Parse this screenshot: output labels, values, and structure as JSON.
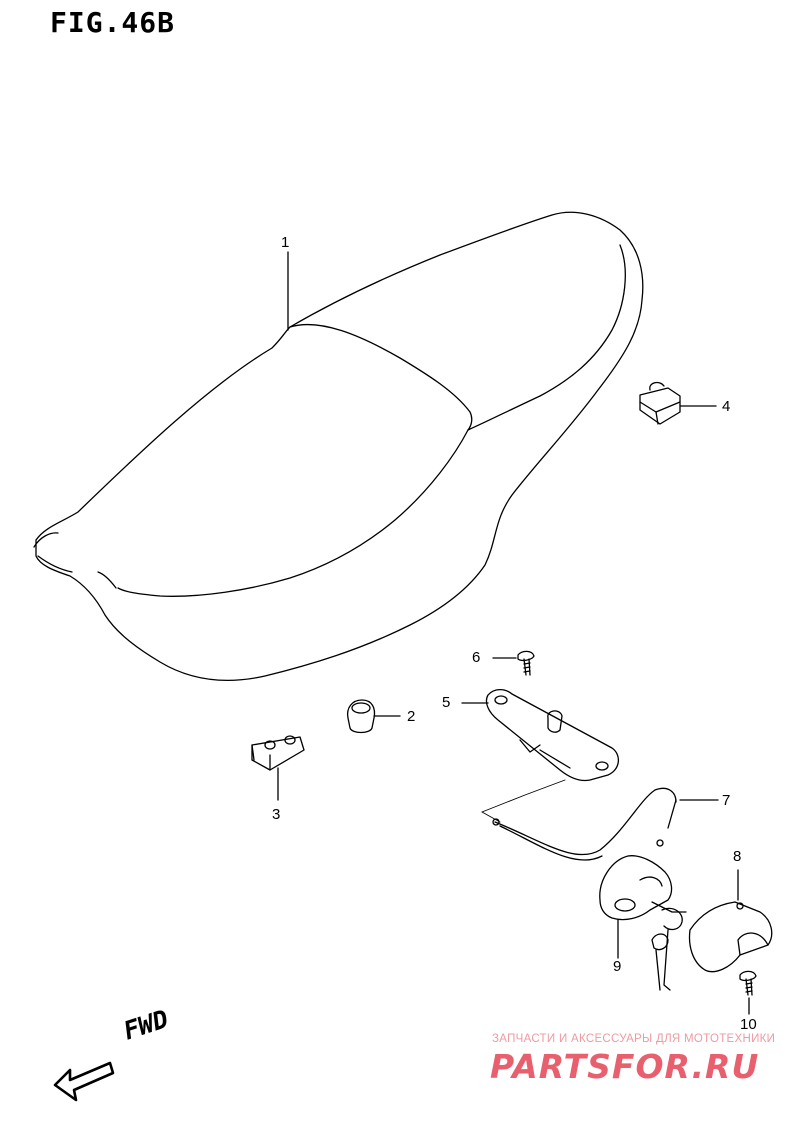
{
  "figure": {
    "title": "FIG.46B"
  },
  "callouts": [
    {
      "id": "1",
      "label": "1"
    },
    {
      "id": "2",
      "label": "2"
    },
    {
      "id": "3",
      "label": "3"
    },
    {
      "id": "4",
      "label": "4"
    },
    {
      "id": "5",
      "label": "5"
    },
    {
      "id": "6",
      "label": "6"
    },
    {
      "id": "7",
      "label": "7"
    },
    {
      "id": "8",
      "label": "8"
    },
    {
      "id": "9",
      "label": "9"
    },
    {
      "id": "10",
      "label": "10"
    }
  ],
  "direction": {
    "label": "FWD"
  },
  "watermark": {
    "tagline": "ЗАПЧАСТИ И АКСЕССУАРЫ ДЛЯ МОТОТЕХНИКИ",
    "logo": "PARTSFOR.RU",
    "color": "#e8606e"
  },
  "colors": {
    "line": "#000000",
    "background": "#ffffff"
  }
}
